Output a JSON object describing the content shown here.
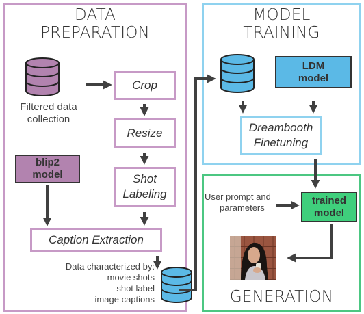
{
  "panels": {
    "data_preparation": {
      "title_line1": "DATA",
      "title_line2": "PREPARATION",
      "color": "#c79ac6"
    },
    "model_training": {
      "title_line1": "MODEL",
      "title_line2": "TRAINING",
      "color": "#8fd2ef"
    },
    "generation": {
      "title": "GENERATION",
      "color": "#4cc782"
    }
  },
  "labels": {
    "filtered_line1": "Filtered data",
    "filtered_line2": "collection",
    "characterized_line1": "Data characterized by:",
    "characterized_line2": "movie shots",
    "characterized_line3": "shot label",
    "characterized_line4": "image captions",
    "user_prompt_line1": "User prompt and",
    "user_prompt_line2": "parameters"
  },
  "boxes": {
    "crop": "Crop",
    "resize": "Resize",
    "shot_labeling_line1": "Shot",
    "shot_labeling_line2": "Labeling",
    "caption_extraction": "Caption Extraction",
    "blip2_line1": "blip2",
    "blip2_line2": "model",
    "ldm_line1": "LDM",
    "ldm_line2": "model",
    "dreambooth_line1": "Dreambooth",
    "dreambooth_line2": "Finetuning",
    "trained_line1": "trained",
    "trained_line2": "model"
  },
  "colors": {
    "blip2_fill": "#b283af",
    "ldm_fill": "#5bb9e6",
    "trained_fill": "#3fcf7c",
    "database_fill": "#b283af",
    "database_blue_fill": "#5bb9e6",
    "arrow": "#404040"
  },
  "icons": [
    "database-icon",
    "portrait-photo"
  ]
}
